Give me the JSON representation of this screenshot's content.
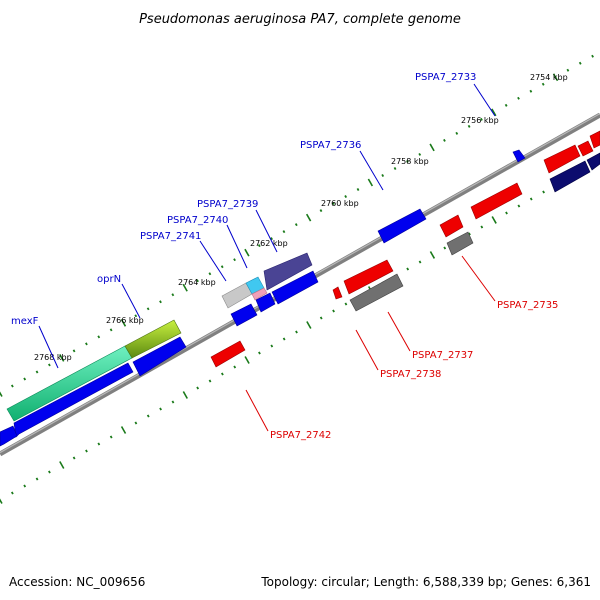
{
  "header": {
    "title": "Pseudomonas aeruginosa PA7, complete genome"
  },
  "footer": {
    "accession": "Accession: NC_009656",
    "summary": "Topology: circular; Length: 6,588,339 bp; Genes: 6,361"
  },
  "colors": {
    "forward_label": "#0000cc",
    "reverse_label": "#dd0000",
    "backbone": "#808080",
    "ticks": "#1a7a1a",
    "blue": "#0000ee",
    "red": "#ee0000",
    "gray": "#707070",
    "navy": "#0c0c6e",
    "purple": "#4a4494",
    "teal": "#20d890",
    "lime": "#88c418",
    "lightgray": "#c8c8c8",
    "cyan": "#40c8f0",
    "pink": "#f0a0b8"
  },
  "kbp_ticks": [
    "2754 kbp",
    "2756 kbp",
    "2758 kbp",
    "2760 kbp",
    "2762 kbp",
    "2764 kbp",
    "2766 kbp",
    "2768 kbp"
  ],
  "gene_labels": {
    "forward": [
      "PSPA7_2733",
      "PSPA7_2736",
      "PSPA7_2739",
      "PSPA7_2740",
      "PSPA7_2741",
      "oprN",
      "mexF"
    ],
    "reverse": [
      "PSPA7_2735",
      "PSPA7_2737",
      "PSPA7_2738",
      "PSPA7_2742"
    ]
  }
}
